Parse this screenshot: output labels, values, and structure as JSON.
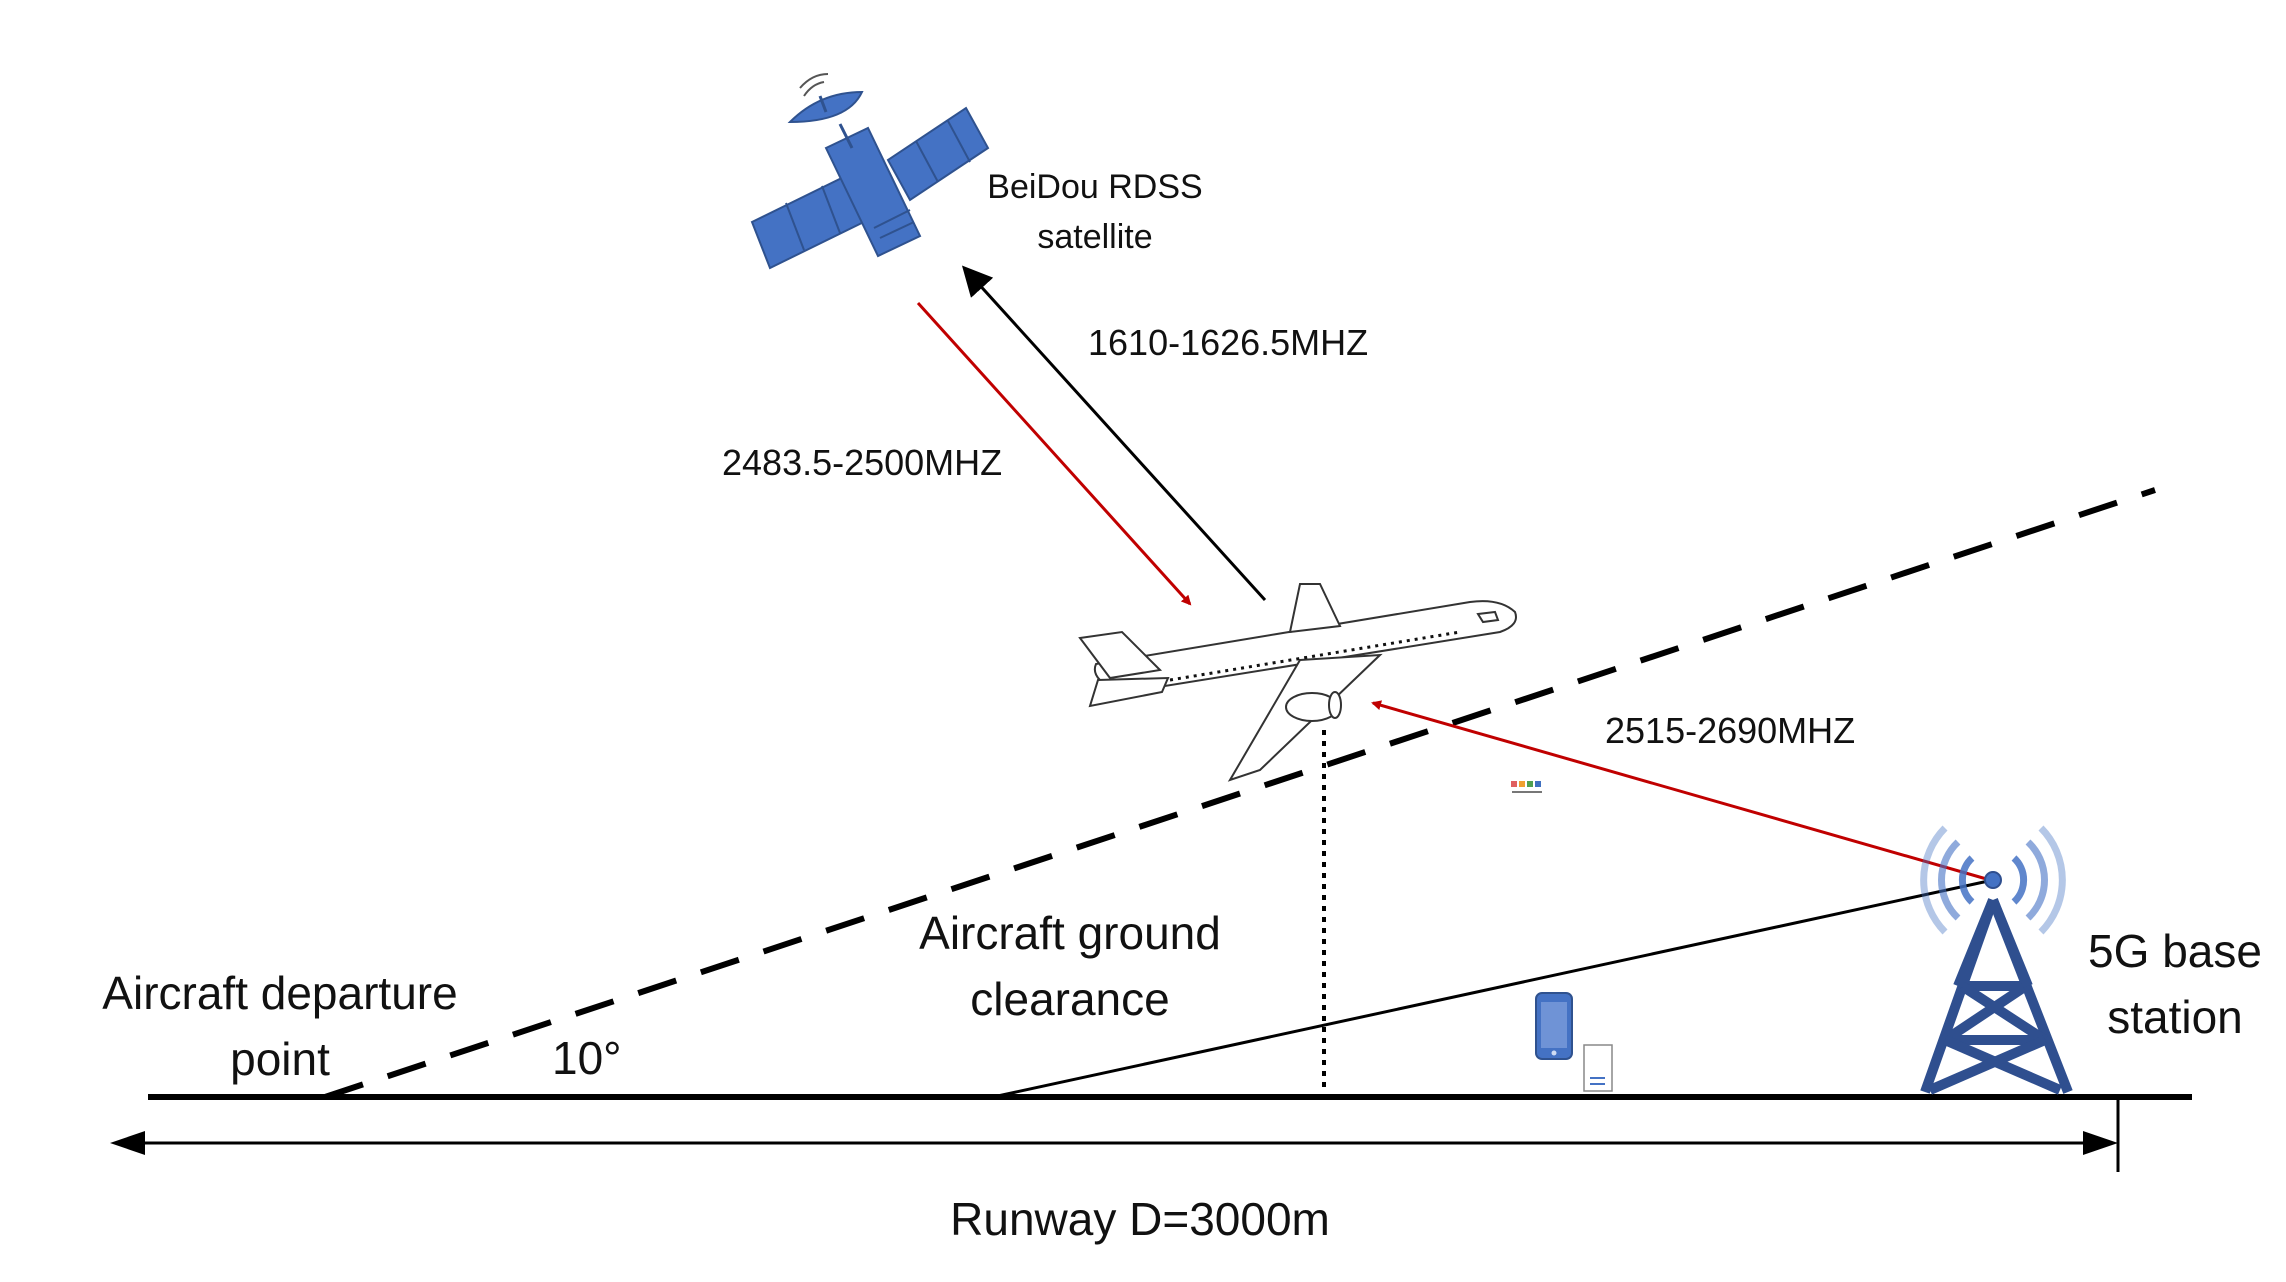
{
  "satellite": {
    "label_line1": "BeiDou RDSS",
    "label_line2": "satellite"
  },
  "links": {
    "uplink": "1610-1626.5MHZ",
    "downlink": "2483.5-2500MHZ",
    "base_station_link": "2515-2690MHZ"
  },
  "ground": {
    "departure_line1": "Aircraft departure",
    "departure_line2": "point",
    "angle": "10°",
    "clearance_line1": "Aircraft ground",
    "clearance_line2": "clearance",
    "base_line1": "5G base",
    "base_line2": "station",
    "runway": "Runway D=3000m"
  },
  "colors": {
    "satellite_blue": "#4472c4",
    "tower_blue": "#2f4f8f",
    "downlink_red": "#c00000",
    "uplink_black": "#000000"
  },
  "icons": [
    "satellite-icon",
    "aircraft-icon",
    "tower-icon",
    "phone-icon",
    "document-icon"
  ]
}
